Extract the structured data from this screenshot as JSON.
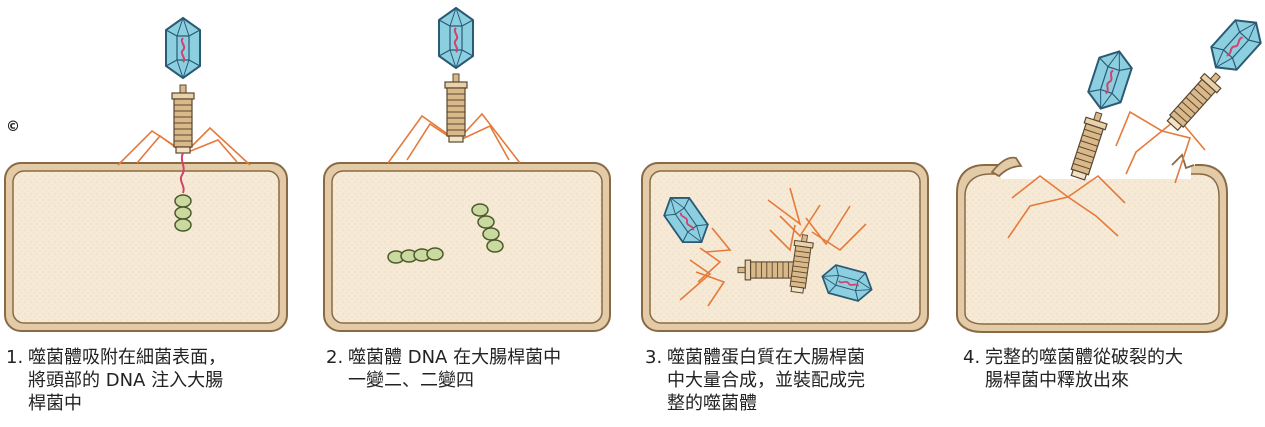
{
  "copyright_mark": "©",
  "panels": [
    {
      "number": "1.",
      "lines": [
        "噬菌體吸附在細菌表面，",
        "將頭部的 DNA 注入大腸",
        "桿菌中"
      ]
    },
    {
      "number": "2.",
      "lines": [
        "噬菌體 DNA 在大腸桿菌中",
        "一變二、二變四"
      ]
    },
    {
      "number": "3.",
      "lines": [
        "噬菌體蛋白質在大腸桿菌",
        "中大量合成，並裝配成完",
        "整的噬菌體"
      ]
    },
    {
      "number": "4.",
      "lines": [
        "完整的噬菌體從破裂的大",
        "腸桿菌中釋放出來"
      ]
    }
  ],
  "colors": {
    "cell_fill": "#f6ead7",
    "cell_wall": "#b8986e",
    "phage_head": "#7fc4d6",
    "phage_outline": "#2b5a73",
    "dna": "#d2436a",
    "tail": "#d9b98a",
    "legs": "#e57a3a",
    "dna_circle": "#b8cc8c"
  }
}
